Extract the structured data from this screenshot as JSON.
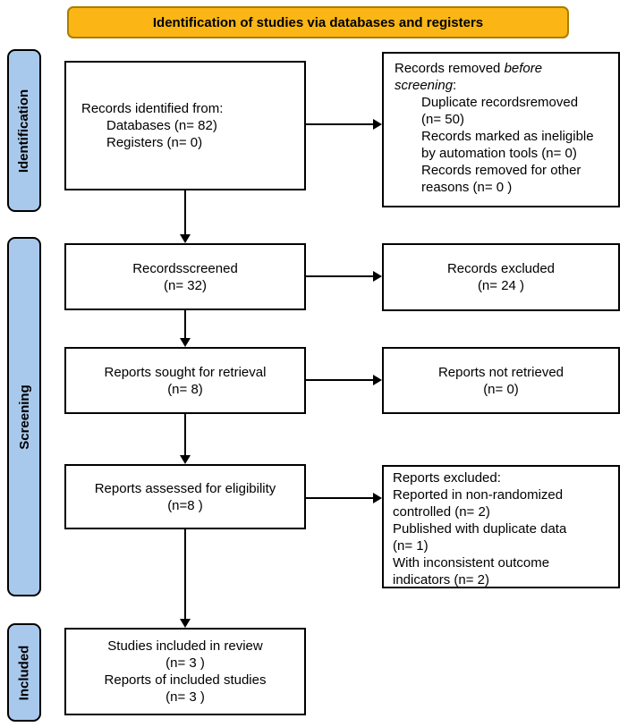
{
  "banner": {
    "label": "Identification of studies via databases and registers"
  },
  "sidebar": {
    "items": [
      {
        "label": "Identification"
      },
      {
        "label": "Screening"
      },
      {
        "label": "Included"
      }
    ]
  },
  "colors": {
    "banner_fill": "#FBB615",
    "banner_border": "#AA7D00",
    "sidebar_fill": "#A9C9EC",
    "box_border": "#000000",
    "text": "#000000",
    "background": "#FFFFFF"
  },
  "boxes": {
    "identified": {
      "heading": "Records identified from:",
      "items": [
        "Databases (n= 82)",
        "Registers (n= 0)"
      ]
    },
    "removed": {
      "line1_normal": "Records removed ",
      "line1_italic": "before",
      "line2_italic": "screening",
      "line2_suffix": ":",
      "lines": [
        "Duplicate recordsremoved",
        "(n= 50)",
        "Records marked as ineligible",
        "by automation tools (n= 0)",
        "Records removed for other",
        "reasons (n= 0 )"
      ]
    },
    "screened": {
      "lines": [
        "Recordsscreened",
        "(n= 32)"
      ]
    },
    "records_excluded": {
      "lines": [
        "Records excluded",
        "(n= 24 )"
      ]
    },
    "sought": {
      "lines": [
        "Reports sought for retrieval",
        "(n= 8)"
      ]
    },
    "not_retrieved": {
      "lines": [
        "Reports not retrieved",
        "(n= 0)"
      ]
    },
    "assessed": {
      "lines": [
        "Reports assessed for eligibility",
        "(n=8 )"
      ]
    },
    "reports_excluded": {
      "lines": [
        "Reports excluded:",
        "Reported in non-randomized",
        "controlled (n= 2)",
        "Published with duplicate data",
        "(n= 1)",
        "With inconsistent outcome",
        "indicators (n= 2)"
      ]
    },
    "included_studies": {
      "lines": [
        "Studies included in review",
        "(n= 3 )",
        "Reports of included studies",
        "(n= 3 )"
      ]
    }
  }
}
